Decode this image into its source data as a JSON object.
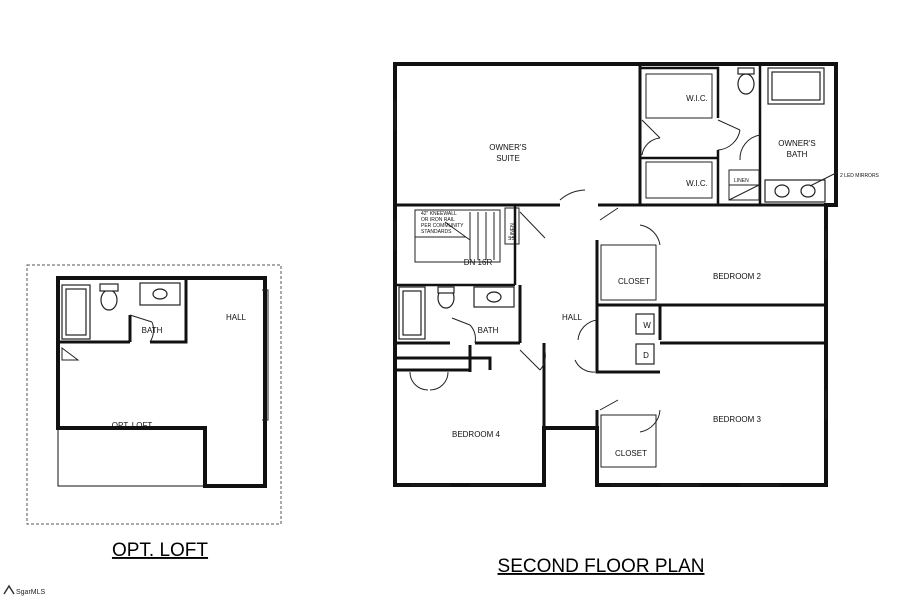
{
  "loft": {
    "title": "OPT. LOFT",
    "rooms": {
      "bath": "BATH",
      "hall": "HALL",
      "loft": "OPT. LOFT"
    }
  },
  "second_floor": {
    "title": "SECOND FLOOR PLAN",
    "rooms": {
      "owners_suite_1": "OWNER'S",
      "owners_suite_2": "SUITE",
      "wic_top": "W.I.C.",
      "wic_bottom": "W.I.C.",
      "owners_bath_1": "OWNER'S",
      "owners_bath_2": "BATH",
      "linen_1": "LINEN",
      "linen_2": "LINEN",
      "bedroom2": "BEDROOM 2",
      "bedroom3": "BEDROOM 3",
      "bedroom4": "BEDROOM 4",
      "closet_1": "CLOSET",
      "closet_2": "CLOSET",
      "bath": "BATH",
      "hall": "HALL",
      "washer": "W",
      "dryer": "D"
    },
    "notes": {
      "rail_1": "42\" KNEEWALL",
      "rail_2": "OR IRON RAIL",
      "rail_3": "PER COMMUNITY",
      "rail_4": "STANDARDS",
      "stair": "DN 16R",
      "shelf": "SS",
      "mirrors": "2 LED MIRRORS"
    }
  },
  "watermark": "SgarMLS"
}
